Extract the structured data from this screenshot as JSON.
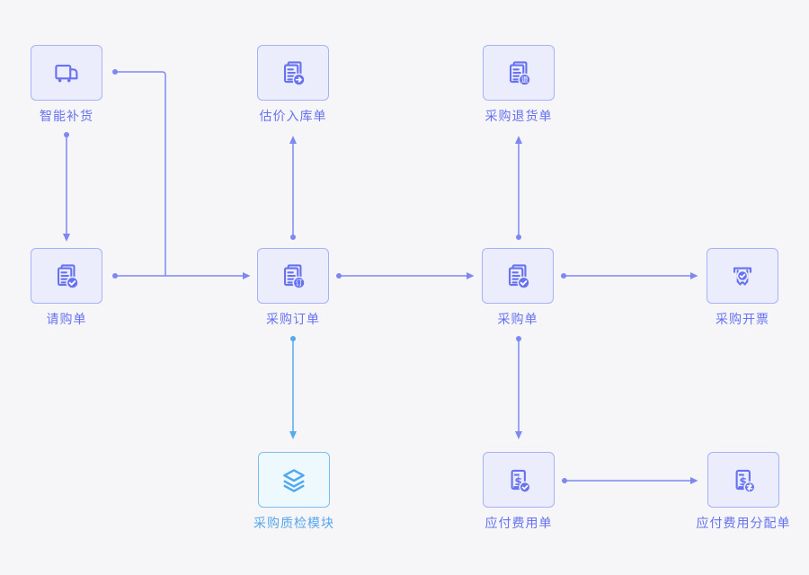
{
  "diagram_title": "procurement-flow",
  "colors": {
    "page_background": "#f6f6f8",
    "purple_node_fill": "#ecedfc",
    "purple_node_border": "#a7b1f6",
    "purple_icon": "#6672f0",
    "purple_label_text": "#6672f0",
    "purple_connector": "#7d88f2",
    "blue_node_fill": "#eef9fe",
    "blue_node_border": "#79bef3",
    "blue_icon": "#4fa8f0",
    "blue_label_text": "#56a7ec",
    "blue_connector": "#55aaee"
  },
  "nodes": [
    {
      "id": "smart-replenishment",
      "label": "智能补货",
      "icon": "truck-icon",
      "variant": "purple"
    },
    {
      "id": "estimated-inbound-order",
      "label": "估价入库单",
      "icon": "document-arrow-icon",
      "variant": "purple"
    },
    {
      "id": "purchase-return-order",
      "label": "采购退货单",
      "icon": "document-return-icon",
      "variant": "purple",
      "badge": "退"
    },
    {
      "id": "purchase-requisition",
      "label": "请购单",
      "icon": "document-check-icon",
      "variant": "purple"
    },
    {
      "id": "purchase-order",
      "label": "采购订单",
      "icon": "document-order-icon",
      "variant": "purple",
      "badge": "订"
    },
    {
      "id": "purchase-doc",
      "label": "采购单",
      "icon": "document-check-icon",
      "variant": "purple"
    },
    {
      "id": "purchase-invoicing",
      "label": "采购开票",
      "icon": "invoice-check-icon",
      "variant": "purple"
    },
    {
      "id": "purchase-qc-module",
      "label": "采购质检模块",
      "icon": "layers-icon",
      "variant": "blue"
    },
    {
      "id": "payable-expense-order",
      "label": "应付费用单",
      "icon": "bill-check-icon",
      "variant": "purple"
    },
    {
      "id": "payable-expense-allocation-order",
      "label": "应付费用分配单",
      "icon": "bill-transfer-icon",
      "variant": "purple"
    }
  ],
  "connections": [
    {
      "from": "smart-replenishment",
      "to": "purchase-requisition",
      "style": "purple",
      "route": "straight-down"
    },
    {
      "from": "smart-replenishment",
      "to": "purchase-order",
      "style": "purple",
      "route": "elbow-right-down"
    },
    {
      "from": "purchase-requisition",
      "to": "purchase-order",
      "style": "purple",
      "route": "straight-right"
    },
    {
      "from": "purchase-order",
      "to": "estimated-inbound-order",
      "style": "purple",
      "route": "straight-up"
    },
    {
      "from": "purchase-order",
      "to": "purchase-doc",
      "style": "purple",
      "route": "straight-right"
    },
    {
      "from": "purchase-order",
      "to": "purchase-qc-module",
      "style": "blue",
      "route": "straight-down"
    },
    {
      "from": "purchase-doc",
      "to": "purchase-return-order",
      "style": "purple",
      "route": "straight-up"
    },
    {
      "from": "purchase-doc",
      "to": "purchase-invoicing",
      "style": "purple",
      "route": "straight-right"
    },
    {
      "from": "purchase-doc",
      "to": "payable-expense-order",
      "style": "purple",
      "route": "straight-down"
    },
    {
      "from": "payable-expense-order",
      "to": "payable-expense-allocation-order",
      "style": "purple",
      "route": "straight-right"
    }
  ]
}
